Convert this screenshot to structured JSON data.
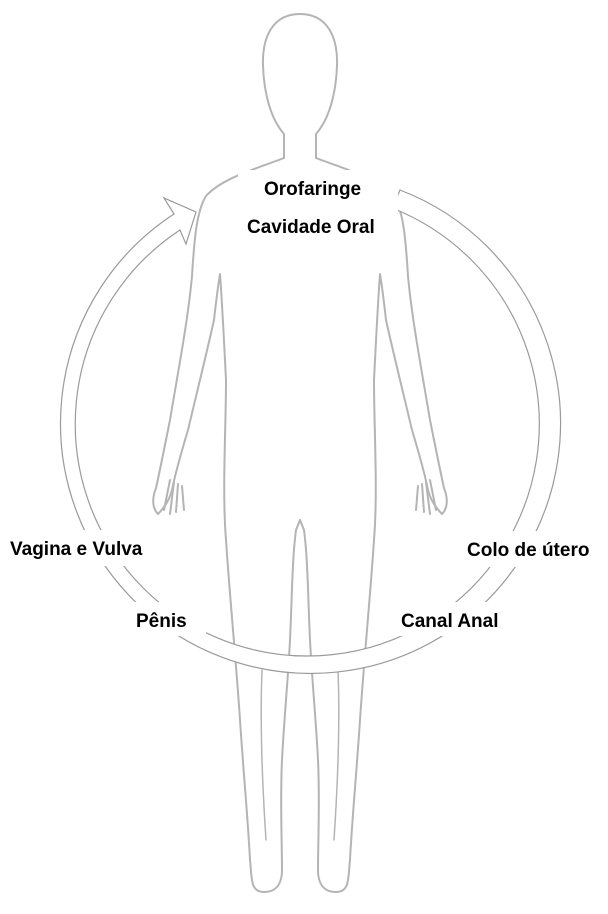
{
  "diagram": {
    "labels": {
      "orofaringe": "Orofaringe",
      "cavidade_oral": "Cavidade Oral",
      "vagina_vulva": "Vagina e Vulva",
      "colo_utero": "Colo de útero",
      "penis": "Pênis",
      "canal_anal": "Canal Anal"
    },
    "colors": {
      "outline": "#b0b0b0",
      "arrow_stroke": "#9a9a9a",
      "text": "#000000",
      "background": "#ffffff"
    },
    "icons": {
      "figure": "human-body-outline",
      "cycle": "circular-arrow"
    }
  }
}
